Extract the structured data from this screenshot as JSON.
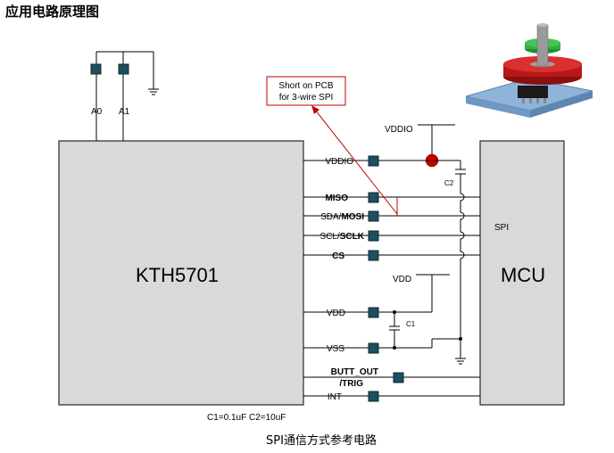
{
  "title": "应用电路原理图",
  "chips": {
    "sensor": "KTH5701",
    "mcu": "MCU"
  },
  "address_pins": [
    "A0",
    "A1"
  ],
  "left_pins": {
    "vddio": "VDDIO",
    "miso": "MISO",
    "sda_prefix": "SDA/",
    "mosi": "MOSI",
    "scl_prefix": "SCL/",
    "sclk": "SCLK",
    "cs": "CS",
    "vdd": "VDD",
    "vss": "VSS",
    "butt_out": "BUTT_OUT",
    "trig": "/TRIG",
    "int": "INT"
  },
  "rails": {
    "vddio": "VDDIO",
    "vdd": "VDD"
  },
  "bus_label": "SPI",
  "capacitors": {
    "c1": "C1",
    "c2": "C2"
  },
  "callout": {
    "line1": "Short on PCB",
    "line2": "for 3-wire SPI"
  },
  "cap_values": "C1=0.1uF   C2=10uF",
  "caption": "SPI通信方式参考电路",
  "colors": {
    "chip_fill": "#d9d9d9",
    "connector": "#1f4e5f",
    "callout": "#c00000"
  }
}
